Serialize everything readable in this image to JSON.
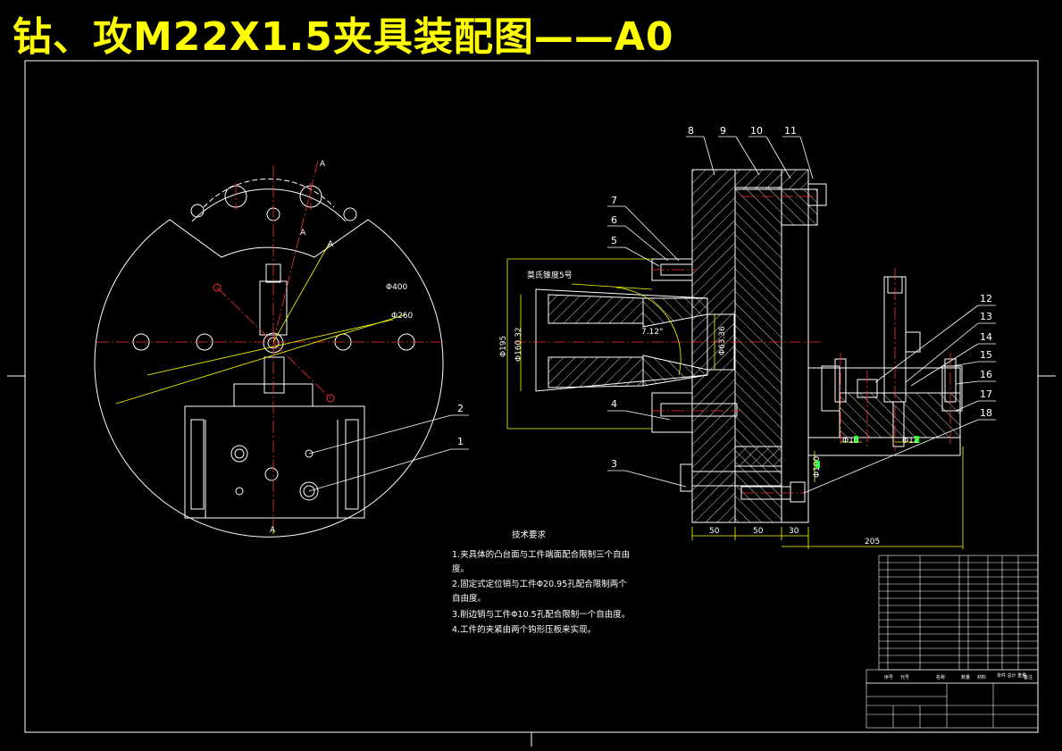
{
  "title": "钻、攻M22X1.5夹具装配图——A0",
  "colors": {
    "background": "#000000",
    "title": "#ffff00",
    "outline": "#ffffff",
    "center_line": "#ff0000",
    "dimension": "#ffff00",
    "part_red": "#ff3030",
    "hatch": "#ffffff",
    "highlight_green": "#00ff00"
  },
  "part_labels": [
    "1",
    "2",
    "3",
    "4",
    "5",
    "6",
    "7",
    "8",
    "9",
    "10",
    "11",
    "12",
    "13",
    "14",
    "15",
    "16",
    "17",
    "18"
  ],
  "left_view": {
    "dim_a": "A",
    "dim_400": "Φ400",
    "dim_260": "Φ260"
  },
  "right_view": {
    "angle": "7.12°",
    "note_callout": "莫氏锥度5号",
    "dims": {
      "d_outer": "Φ195",
      "d_taper": "Φ160.32",
      "d_bore": "Φ63.36",
      "d_10": "Φ10",
      "d_12": "Φ12",
      "d_100": "Φ100",
      "l_50a": "50",
      "l_50b": "50",
      "l_30": "30",
      "l_205": "205"
    }
  },
  "tech_requirements": {
    "heading": "技术要求",
    "lines": [
      "1.夹具体的凸台面与工件端面配合限制三个自由",
      "度。",
      "2.固定式定位销与工件Φ20.95孔配合限制两个",
      "自由度。",
      "3.削边销与工件Φ10.5孔配合限制一个自由度。",
      "4.工件的夹紧由两个钩形压板来实现。"
    ]
  },
  "title_block": {
    "col_seq": "序号",
    "col_code": "代号",
    "col_name": "名称",
    "col_qty": "数量",
    "col_material": "材料",
    "col_weight": "单件 总计 重量",
    "col_remark": "备注"
  }
}
